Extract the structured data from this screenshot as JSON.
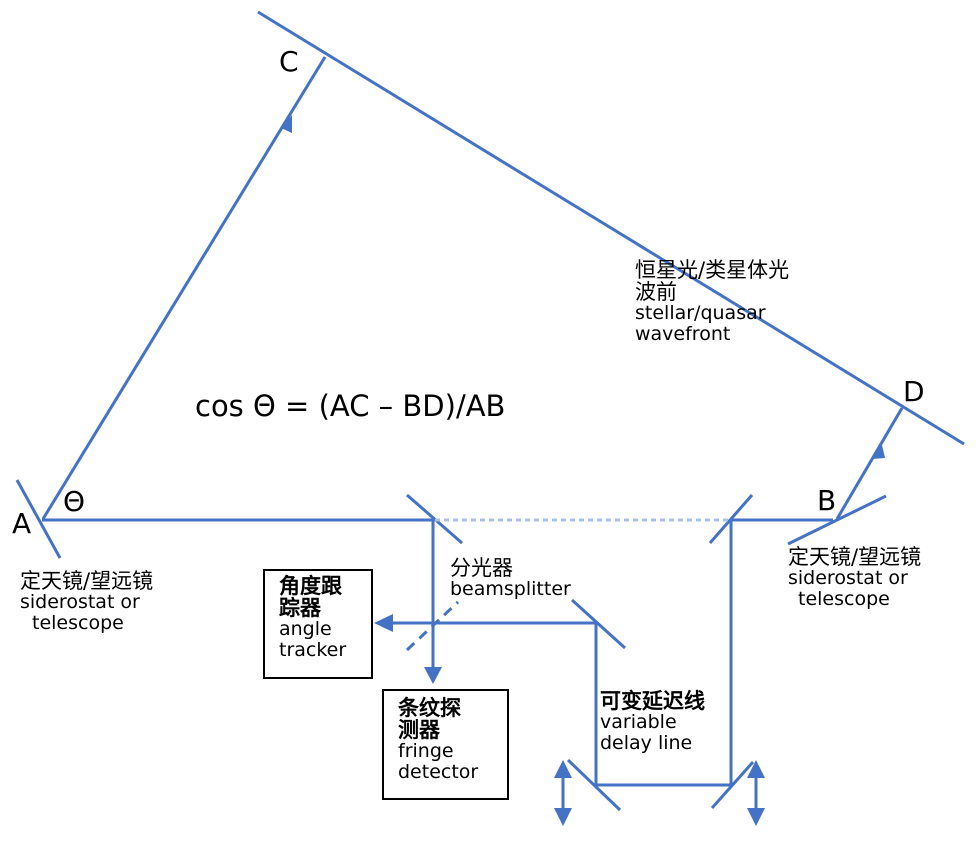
{
  "colors": {
    "beam": "#4472C4",
    "beam_dotted": "#A9C0E8",
    "text": "#000000",
    "box_border": "#000000"
  },
  "points": {
    "A": "A",
    "B": "B",
    "C": "C",
    "D": "D",
    "theta": "Θ"
  },
  "formula": "cos Θ = (AC – BD)/AB",
  "wavefront": {
    "cn_line1": "恒星光/类星体光",
    "cn_line2": "波前",
    "en_line1": "stellar/quasar",
    "en_line2": "wavefront"
  },
  "siderostat_a": {
    "cn": "定天镜/望远镜",
    "en_line1": "siderostat or",
    "en_line2": "telescope"
  },
  "siderostat_b": {
    "cn": "定天镜/望远镜",
    "en_line1": "siderostat or",
    "en_line2": "telescope"
  },
  "beamsplitter": {
    "cn": "分光器",
    "en": "beamsplitter"
  },
  "angle_tracker": {
    "cn_line1": "角度跟",
    "cn_line2": "踪器",
    "en_line1": "angle",
    "en_line2": "tracker"
  },
  "fringe_detector": {
    "cn_line1": "条纹探",
    "cn_line2": "测器",
    "en_line1": "fringe",
    "en_line2": "detector"
  },
  "delay_line": {
    "cn": "可变延迟线",
    "en_line1": "variable",
    "en_line2": "delay line"
  }
}
